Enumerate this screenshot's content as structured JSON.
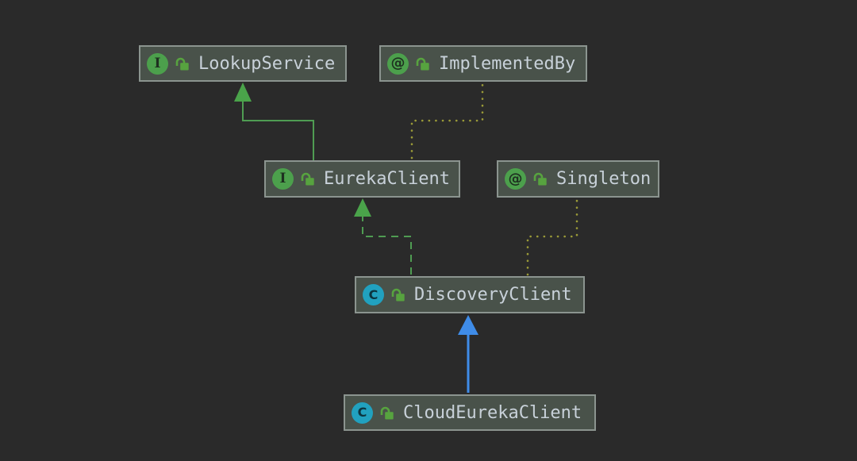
{
  "nodes": [
    {
      "id": "LookupService",
      "label": "LookupService",
      "kind": "interface",
      "icon_letter": "I",
      "icon_color": "#4ca04c",
      "visibility": "public"
    },
    {
      "id": "ImplementedBy",
      "label": "ImplementedBy",
      "kind": "annotation",
      "icon_letter": "@",
      "icon_color": "#4ca04c",
      "visibility": "public"
    },
    {
      "id": "EurekaClient",
      "label": "EurekaClient",
      "kind": "interface",
      "icon_letter": "I",
      "icon_color": "#4ca04c",
      "visibility": "public"
    },
    {
      "id": "Singleton",
      "label": "Singleton",
      "kind": "annotation",
      "icon_letter": "@",
      "icon_color": "#4ca04c",
      "visibility": "public"
    },
    {
      "id": "DiscoveryClient",
      "label": "DiscoveryClient",
      "kind": "class",
      "icon_letter": "C",
      "icon_color": "#21a1bf",
      "visibility": "public"
    },
    {
      "id": "CloudEurekaClient",
      "label": "CloudEurekaClient",
      "kind": "class",
      "icon_letter": "C",
      "icon_color": "#21a1bf",
      "visibility": "public"
    }
  ],
  "edges": [
    {
      "from": "EurekaClient",
      "to": "LookupService",
      "relation": "extends",
      "line_style": "solid",
      "arrowhead": true,
      "color": "#4f9c52"
    },
    {
      "from": "EurekaClient",
      "to": "ImplementedBy",
      "relation": "annotated-by",
      "line_style": "dotted",
      "arrowhead": false,
      "color": "#9a9a38"
    },
    {
      "from": "DiscoveryClient",
      "to": "EurekaClient",
      "relation": "implements",
      "line_style": "dashed",
      "arrowhead": true,
      "color": "#4f9c52"
    },
    {
      "from": "DiscoveryClient",
      "to": "Singleton",
      "relation": "annotated-by",
      "line_style": "dotted",
      "arrowhead": false,
      "color": "#9a9a38"
    },
    {
      "from": "CloudEurekaClient",
      "to": "DiscoveryClient",
      "relation": "extends",
      "line_style": "solid",
      "arrowhead": true,
      "color": "#3f8ce8"
    }
  ],
  "colors": {
    "background": "#2a2a2a",
    "node_fill": "#49524a",
    "node_border": "#8b948f",
    "label_text": "#c8d1d9",
    "lock_green": "#57a33f",
    "extends_green": "#4f9c52",
    "annotation_yellow": "#9a9a38",
    "extends_blue": "#3f8ce8"
  }
}
